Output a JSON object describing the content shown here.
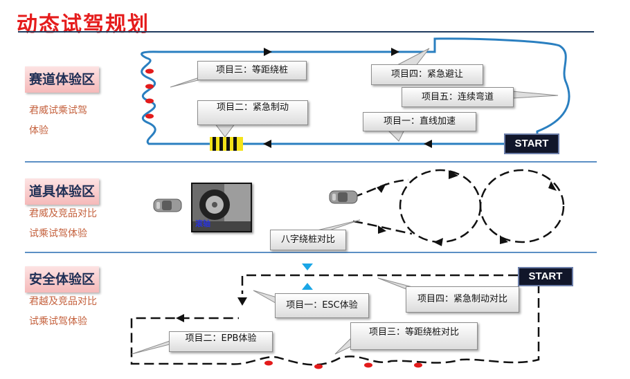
{
  "title": "动态试驾规划",
  "zones": [
    {
      "tag": "赛道体验区",
      "sub1": "君威试乘试驾",
      "sub2": "体验"
    },
    {
      "tag": "道具体验区",
      "sub1": "君威及竞品对比",
      "sub2": "试乘试驾体验"
    },
    {
      "tag": "安全体验区",
      "sub1": "君越及竞品对比",
      "sub2": "试乘试驾体验"
    }
  ],
  "track": {
    "items": [
      "项目三：等距绕桩",
      "项目二：紧急制动",
      "项目四：紧急避让",
      "项目五：连续弯道",
      "项目一：直线加速"
    ],
    "start": "START"
  },
  "props": {
    "photo_label": "滚轴",
    "figure8_label": "八字绕桩对比"
  },
  "safety": {
    "items": [
      "项目一：ESC体验",
      "项目四：紧急制动对比",
      "项目二：EPB体验",
      "项目三：等距绕桩对比"
    ],
    "start": "START"
  },
  "colors": {
    "title": "#e51c1c",
    "track_line": "#2a7fc0",
    "cone": "#e31b1b",
    "start_bg": "#11162a",
    "esc_marker": "#1aa6e6"
  }
}
